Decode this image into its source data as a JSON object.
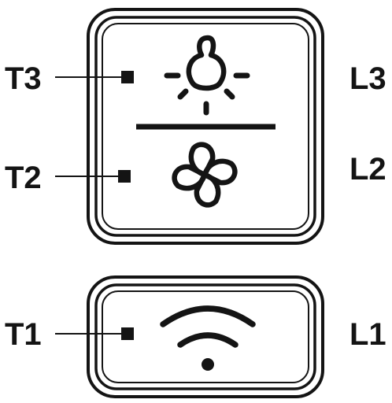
{
  "terminals": {
    "t3": "T3",
    "t2": "T2",
    "t1": "T1"
  },
  "leds": {
    "l3": "L3",
    "l2": "L2",
    "l1": "L1"
  },
  "icons": {
    "top_panel": [
      "light-bulb-icon",
      "fan-icon"
    ],
    "bottom_panel": [
      "wifi-icon"
    ]
  },
  "colors": {
    "stroke": "#141414",
    "background": "#ffffff"
  }
}
